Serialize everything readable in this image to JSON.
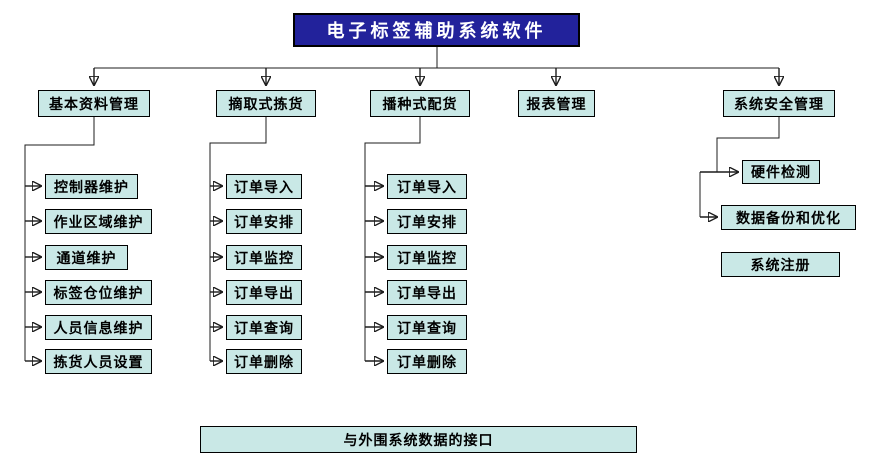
{
  "root": {
    "label": "电子标签辅助系统软件"
  },
  "modules": [
    {
      "label": "基本资料管理",
      "children": [
        "控制器维护",
        "作业区域维护",
        "通道维护",
        "标签仓位维护",
        "人员信息维护",
        "拣货人员设置"
      ]
    },
    {
      "label": "摘取式拣货",
      "children": [
        "订单导入",
        "订单安排",
        "订单监控",
        "订单导出",
        "订单查询",
        "订单删除"
      ]
    },
    {
      "label": "播种式配货",
      "children": [
        "订单导入",
        "订单安排",
        "订单监控",
        "订单导出",
        "订单查询",
        "订单删除"
      ]
    },
    {
      "label": "报表管理",
      "children": []
    },
    {
      "label": "系统安全管理",
      "children": [
        "硬件检测",
        "数据备份和优化",
        "系统注册"
      ]
    }
  ],
  "footer": {
    "label": "与外围系统数据的接口"
  },
  "colors": {
    "root_fill": "#22229B",
    "root_text": "#FFFFFF",
    "node_fill": "#C9E8E6",
    "border_color": "#000000",
    "connector_color": "#1C1C1C",
    "bg": "#FFFFFF"
  }
}
